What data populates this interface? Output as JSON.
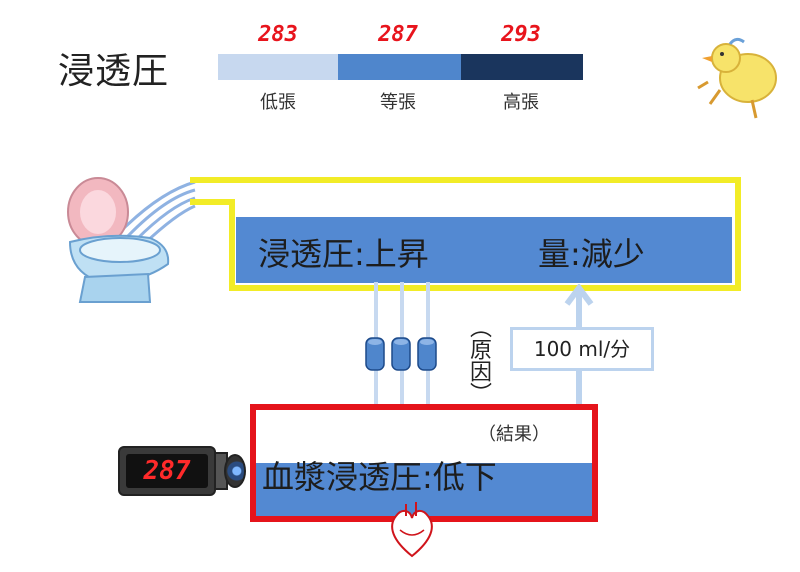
{
  "header": {
    "title": "浸透圧"
  },
  "scale": {
    "segments": [
      {
        "value": "283",
        "label": "低張",
        "color": "#c7d8ef"
      },
      {
        "value": "287",
        "label": "等張",
        "color": "#4f86cc"
      },
      {
        "value": "293",
        "label": "高張",
        "color": "#1a355d"
      }
    ],
    "value_color": "#e8141c"
  },
  "urine_tank": {
    "osmolality": "浸透圧:上昇",
    "volume": "量:減少",
    "border_color": "#f2ec27",
    "fill_color": "#5389d2"
  },
  "cause_label": "（原因）",
  "result_label": "（結果）",
  "flow_rate": "100 ml/分",
  "plasma_tank": {
    "text": "血漿浸透圧:低下",
    "border_color": "#e5141b",
    "fill_color": "#5389d2"
  },
  "meter": {
    "reading": "287"
  },
  "icons": [
    "toilet-icon",
    "bird-icon",
    "heart-icon",
    "filter-icon",
    "meter-icon"
  ]
}
